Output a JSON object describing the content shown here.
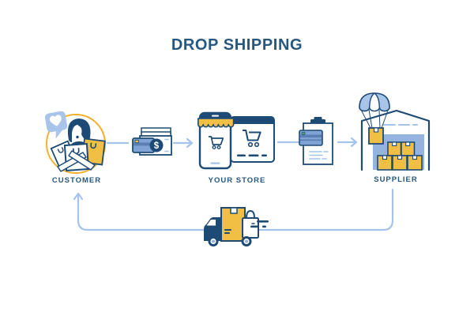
{
  "title": "DROP SHIPPING",
  "palette": {
    "navy": "#1e4b76",
    "text_blue": "#27577f",
    "blue_medium": "#7fa3d4",
    "blue_periwinkle": "#a9c4ea",
    "blue_interior": "#94b3de",
    "blue_line": "#a6c3e9",
    "card_band": "#5b7fb3",
    "chip_green": "#57a06e",
    "yellow": "#f2bf45",
    "yellow_deep": "#f2b12f"
  },
  "nodes": {
    "customer": {
      "label": "CUSTOMER",
      "icon": "customer-holding-boxes-icon"
    },
    "store": {
      "label": "YOUR STORE",
      "icon": "phone-browser-shop-icon"
    },
    "supplier": {
      "label": "SUPPLIER",
      "icon": "warehouse-parachute-delivery-icon"
    }
  },
  "connectors": {
    "payment": {
      "icon": "cash-credit-card-icon",
      "symbol": "$"
    },
    "order": {
      "icon": "clipboard-order-card-icon"
    },
    "delivery": {
      "icon": "delivery-truck-shopping-bag-icon"
    }
  },
  "flow": {
    "forward_path": [
      "CUSTOMER",
      "payment",
      "YOUR STORE",
      "order",
      "SUPPLIER"
    ],
    "return_path": [
      "SUPPLIER",
      "delivery truck",
      "CUSTOMER"
    ]
  }
}
